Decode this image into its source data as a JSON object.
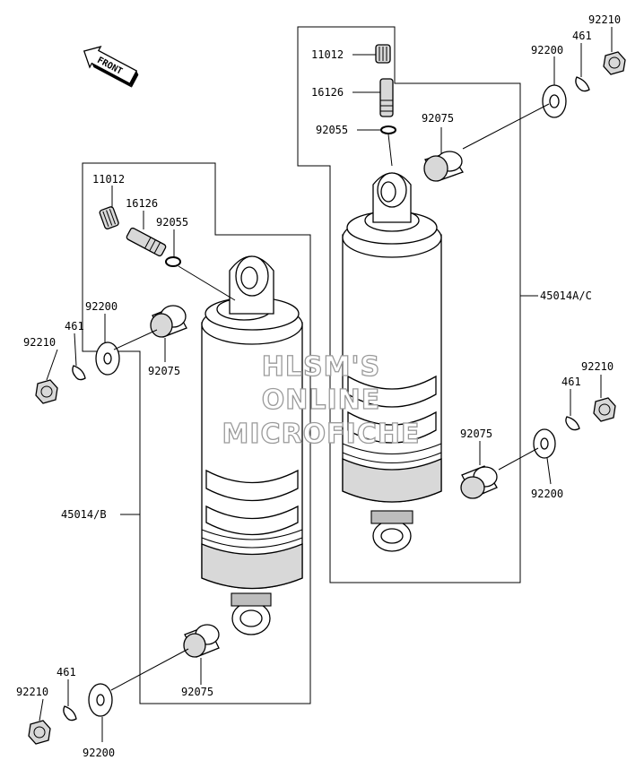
{
  "direction_arrow": {
    "label": "FRONT"
  },
  "watermark": {
    "line1": "HLSM'S",
    "line2": "ONLINE",
    "line3": "MICROFICHE"
  },
  "left_shock": {
    "assembly": "45014/B",
    "valve_cap": "11012",
    "valve": "16126",
    "o_ring": "92055",
    "top_collar": "92075",
    "top_washer": "92200",
    "top_clip": "461",
    "top_nut": "92210",
    "bottom_collar": "92075",
    "bottom_washer": "92200",
    "bottom_clip": "461",
    "bottom_nut": "92210"
  },
  "right_shock": {
    "assembly": "45014A/C",
    "valve_cap": "11012",
    "valve": "16126",
    "o_ring": "92055",
    "top_collar": "92075",
    "top_washer": "92200",
    "top_clip": "461",
    "top_nut": "92210",
    "bottom_collar": "92075",
    "bottom_washer": "92200",
    "bottom_clip": "461",
    "bottom_nut": "92210"
  }
}
